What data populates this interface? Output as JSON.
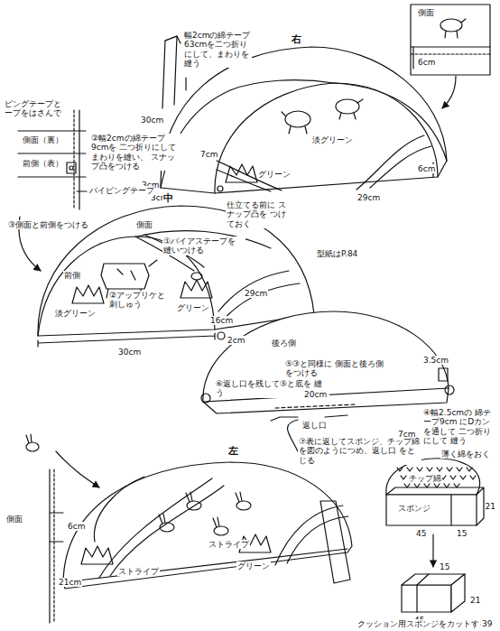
{
  "diagram": {
    "labels": [
      "右",
      "幅2cmの綿テープ 63cmを二つ折り にして、まわりを 縫う",
      "30cm",
      "7cm",
      "淡グリーン",
      "グリーン",
      "6cm",
      "3cm",
      "3cm",
      "29cm",
      "仕立てる前に スナップ凸を つけておく",
      "側面",
      "6cm",
      "ピングテープと ープをはさんで",
      "側面（裏）",
      "前側（表）",
      "②幅2cmの綿テープ9cmを 二つ折りにして まわりを縫い、 スナップ凸をつける",
      "パイピングテープ",
      "③側面と前側をつける",
      "中",
      "側面",
      "前側",
      "①バイアステープを 縫いつける",
      "②アップリケと 刺しゅう",
      "淡グリーン",
      "グリーン",
      "29cm",
      "16cm",
      "2cm",
      "30cm",
      "型紙はP.84",
      "後ろ側",
      "⑤③と同様に 側面と後ろ側をつける",
      "3.5cm",
      "⑥返し口を残して⑤と底を 縫う",
      "20cm",
      "返し口",
      "④幅2.5cmの 綿テープ9cm にDカンを通して 二つ折りにして 縫う",
      "7cm",
      "⑦表に返してスポンジ、チップ綿 を図のようにつめ、返し口 をとじる",
      "左",
      "側面",
      "6cm",
      "21cm",
      "ストライプ",
      "ストライプ",
      "グリーン",
      "薄く綿をおく",
      "チップ綿",
      "スポンジ",
      "45",
      "15",
      "21",
      "45",
      "21",
      "15",
      "クッション用スポンジをカットする",
      "39"
    ]
  }
}
